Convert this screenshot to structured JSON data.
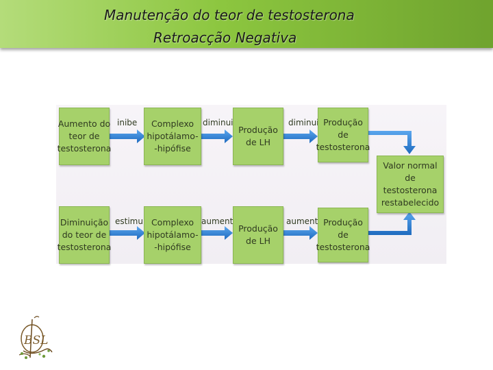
{
  "header": {
    "title_line1": "Manutenção do teor de testosterona",
    "title_line2": "Retroacção Negativa"
  },
  "diagram": {
    "top_row": {
      "start": "Aumento do\nteor de\ntestosterona",
      "verb1": "inibe",
      "box2": "Complexo\nhipotálamo-\n-hipófise",
      "verb2": "diminui",
      "box3": "Produção\nde LH",
      "verb3": "diminui",
      "box4": "Produção\nde\ntestosterona"
    },
    "bottom_row": {
      "start": "Diminuição\ndo teor de\ntestosterona",
      "verb1": "estimula",
      "box2": "Complexo\nhipotálamo-\n-hipófise",
      "verb2": "aumenta",
      "box3": "Produção\nde LH",
      "verb3": "aumenta",
      "box4": "Produção\nde\ntestosterona"
    },
    "result": "Valor normal de\ntestosterona\nrestabelecido",
    "colors": {
      "box": "#a6d16a",
      "arrow": "#2f7fd0"
    }
  },
  "logo": {
    "icon": "bsl-tree-logo",
    "text": "BSL"
  }
}
